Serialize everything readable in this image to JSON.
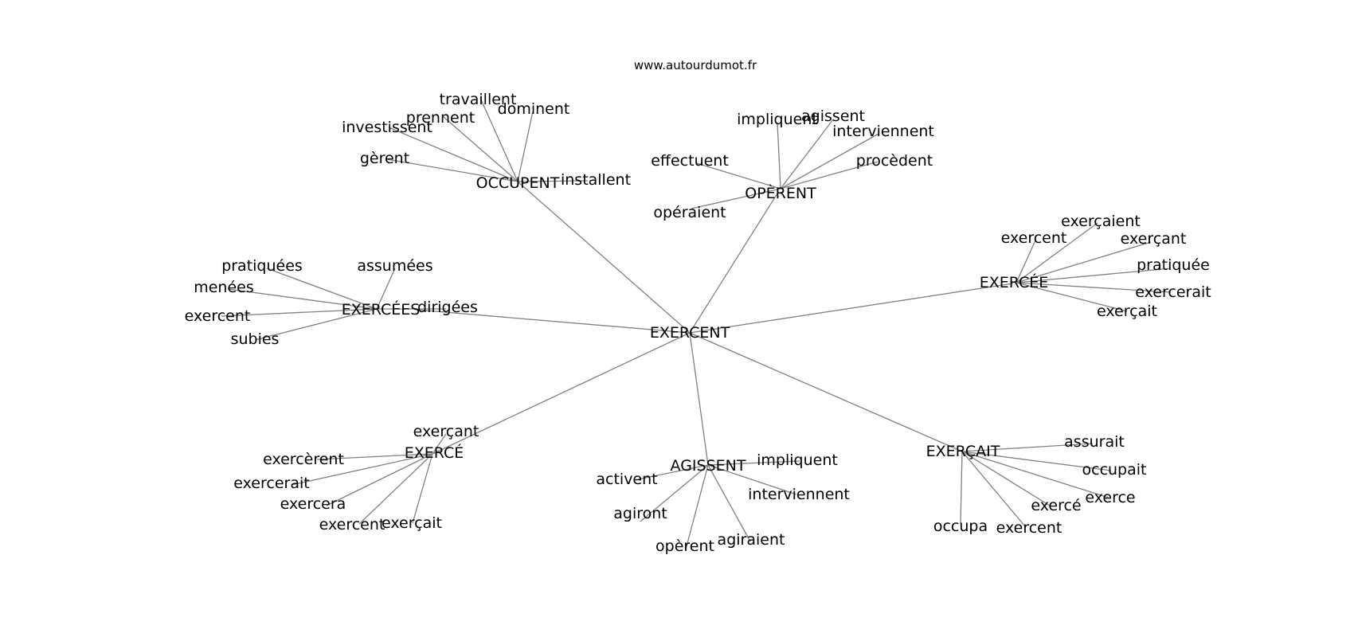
{
  "source": "www.autourdumot.fr",
  "center": "EXERCENT",
  "clusters": [
    {
      "hub": "OCCUPENT",
      "words": [
        "travaillent",
        "prennent",
        "dominent",
        "investissent",
        "gèrent",
        "installent"
      ]
    },
    {
      "hub": "OPÈRENT",
      "words": [
        "impliquent",
        "agissent",
        "interviennent",
        "effectuent",
        "procèdent",
        "opéraient"
      ]
    },
    {
      "hub": "EXERCÉES",
      "words": [
        "pratiquées",
        "assumées",
        "menées",
        "dirigées",
        "exercent",
        "subies"
      ]
    },
    {
      "hub": "EXERCÉE",
      "words": [
        "exerçaient",
        "exercent",
        "exerçant",
        "pratiquée",
        "exercerait",
        "exerçait"
      ]
    },
    {
      "hub": "EXERCÉ",
      "words": [
        "exerçant",
        "exercèrent",
        "exercerait",
        "exercera",
        "exercent",
        "exerçait"
      ]
    },
    {
      "hub": "AGISSENT",
      "words": [
        "impliquent",
        "activent",
        "interviennent",
        "agiront",
        "opèrent",
        "agiraient"
      ]
    },
    {
      "hub": "EXERÇAIT",
      "words": [
        "assurait",
        "occupait",
        "exerce",
        "exercé",
        "occupa",
        "exercent"
      ]
    }
  ]
}
